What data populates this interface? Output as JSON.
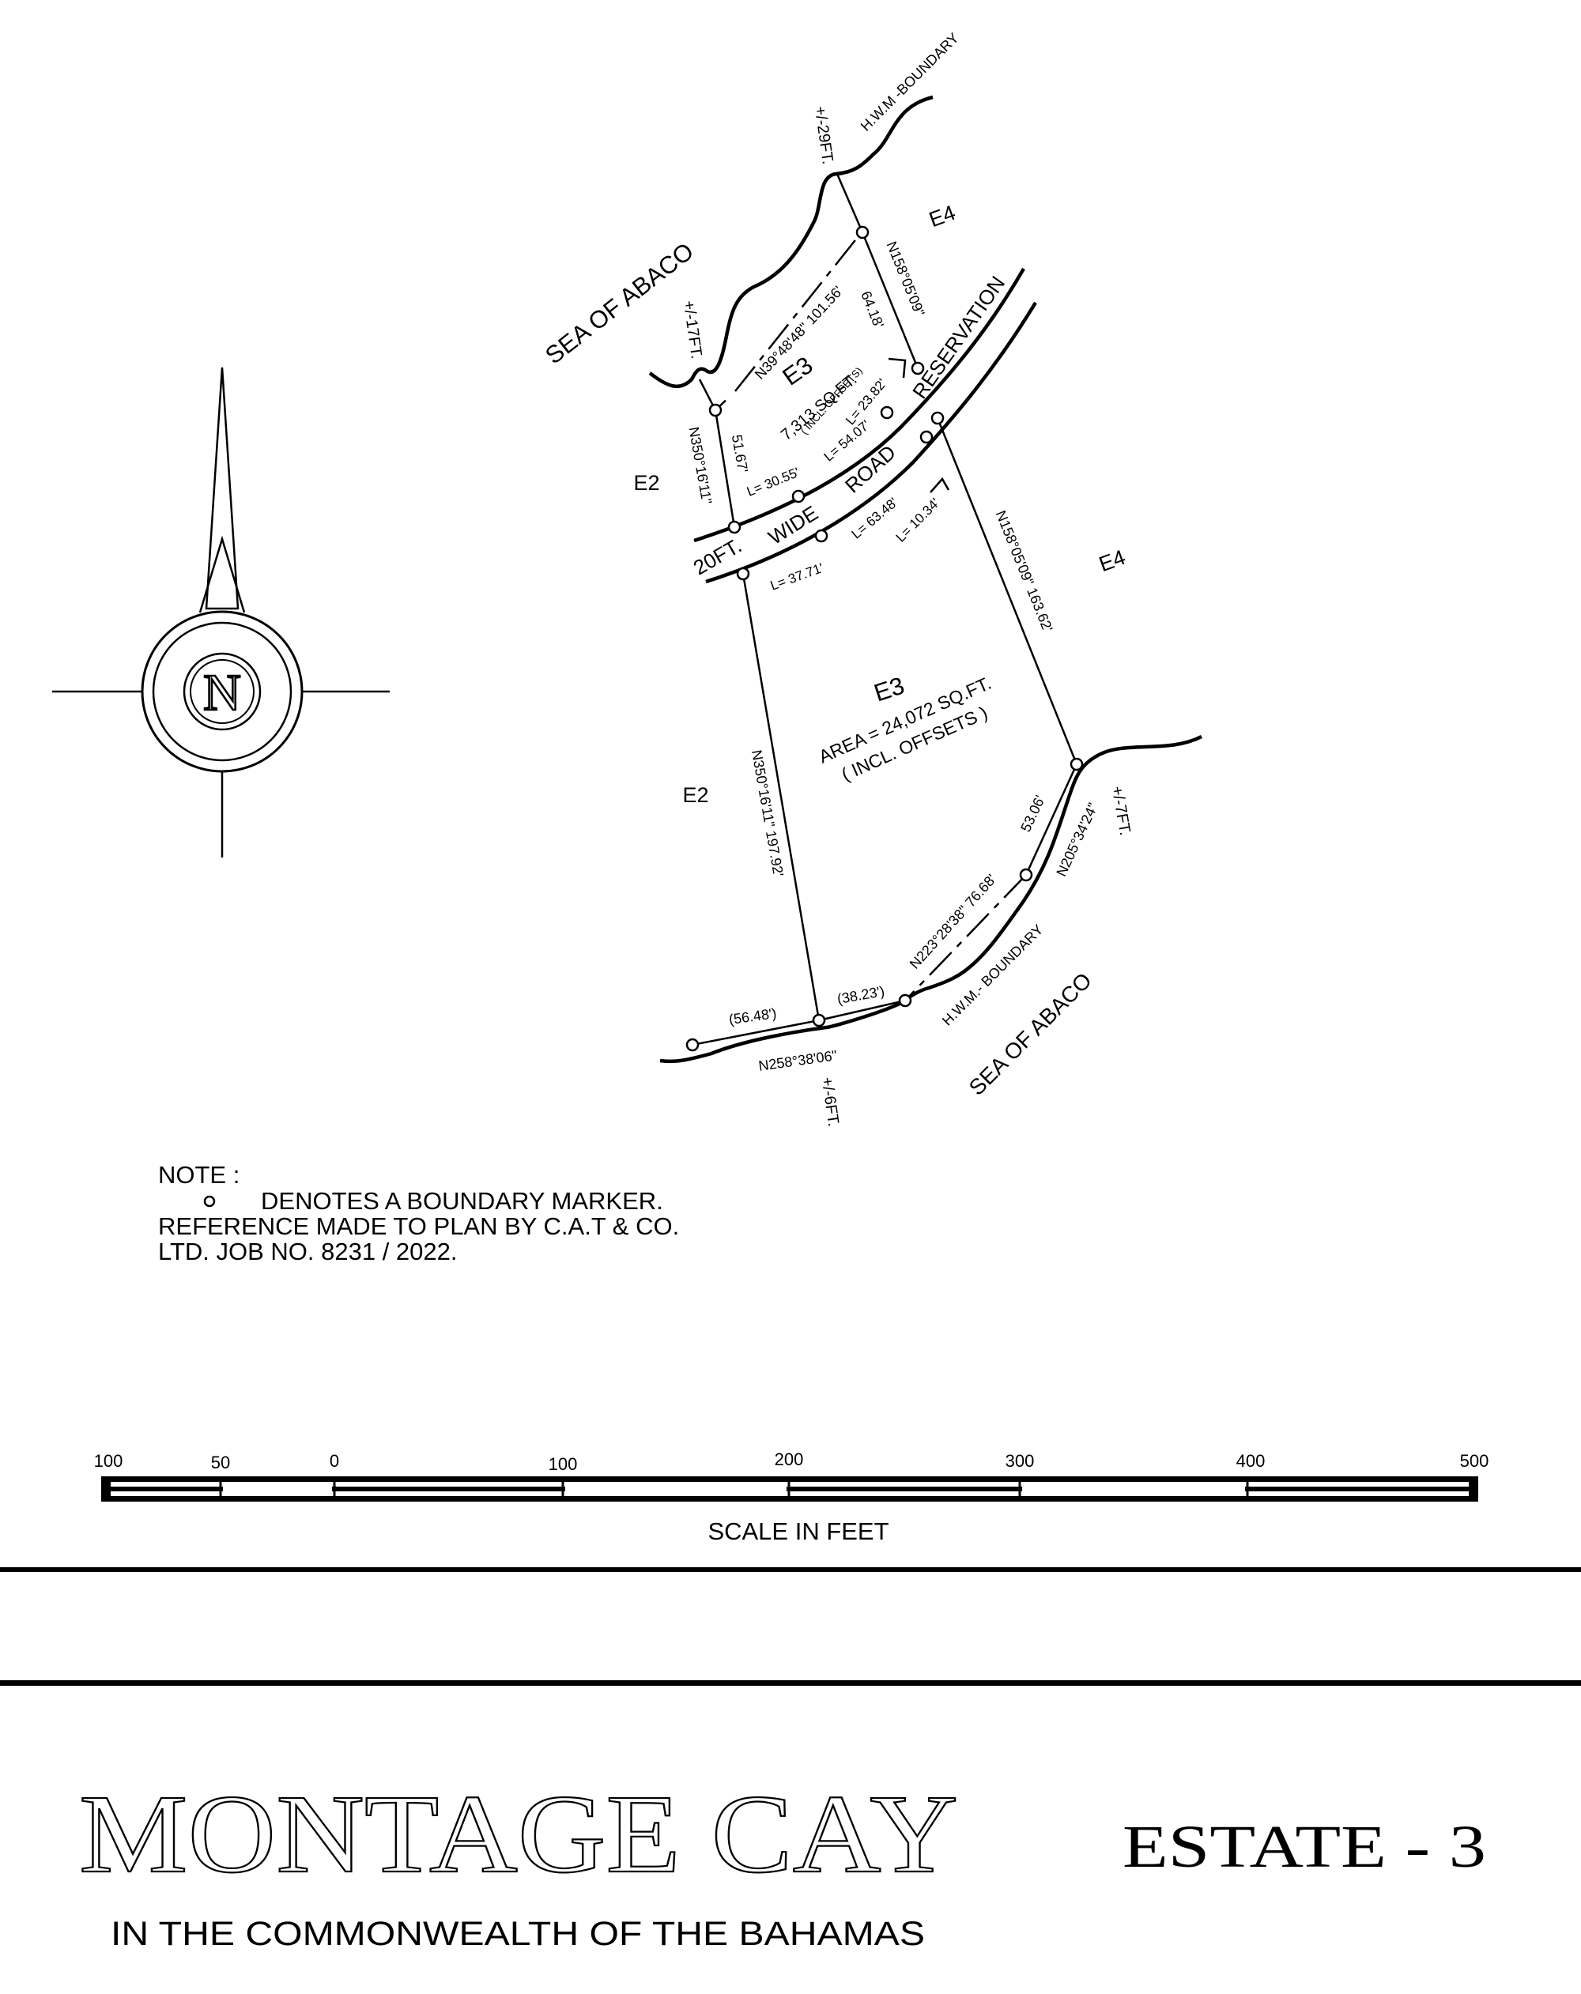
{
  "plan": {
    "labels": {
      "sea_north": "SEA OF ABACO",
      "sea_south": "SEA OF ABACO",
      "hwm_north": "H.W.M  -BOUNDARY",
      "hwm_south": "H.W.M.- BOUNDARY",
      "plus29": "+/-29FT.",
      "plus17": "+/-17FT.",
      "plus7": "+/-7FT.",
      "plus6": "+/-6FT.",
      "e4_top": "E4",
      "e4_right": "E4",
      "e2_top": "E2",
      "e2_bottom": "E2",
      "road_20ft": "20FT.",
      "road_wide": "WIDE",
      "road_road": "ROAD",
      "road_reservation": "RESERVATION"
    },
    "upper_lot": {
      "name": "E3",
      "area": "7,313 SQ.FT.",
      "offsets": "( INCL. OFFSETS)",
      "brg_top": "N39°48'48\"  101.56'",
      "brg_right": "N158°05'09\"",
      "dist_right": "64.18'",
      "brg_left": "N350°16'11\"",
      "dist_left": "51.67'",
      "arc_a": "L= 30.55'",
      "arc_b": "L= 54.07'",
      "arc_c": "L= 23.82'"
    },
    "lower_lot": {
      "name": "E3",
      "area": "AREA = 24,072 SQ.FT.",
      "offsets": "( INCL. OFFSETS )",
      "brg_right": "N158°05'09\"  163.62'",
      "brg_left": "N350°16'11\"  197.92'",
      "arc_a": "L= 37.71'",
      "arc_b": "L= 63.48'",
      "arc_c": "L= 10.34'",
      "brg_se1": "N223°28'38\"  76.68'",
      "dist_se2": "53.06'",
      "brg_se2": "N205°34'24\"",
      "dist_bottom1": "(38.23')",
      "dist_bottom2": "(56.48')",
      "brg_bottom": "N258°38'06\""
    }
  },
  "compass": {
    "letter": "N"
  },
  "note": {
    "heading": "NOTE :",
    "line1": "DENOTES A BOUNDARY MARKER.",
    "line2": "REFERENCE MADE TO PLAN BY C.A.T & CO.",
    "line3": "LTD. JOB NO. 8231 / 2022."
  },
  "scale": {
    "ticks": [
      "100",
      "50",
      "0",
      "100",
      "200",
      "300",
      "400",
      "500"
    ],
    "caption": "SCALE IN FEET"
  },
  "title": {
    "main": "MONTAGE CAY",
    "estate": "ESTATE  -  3",
    "subtitle": "IN THE COMMONWEALTH OF THE BAHAMAS"
  }
}
